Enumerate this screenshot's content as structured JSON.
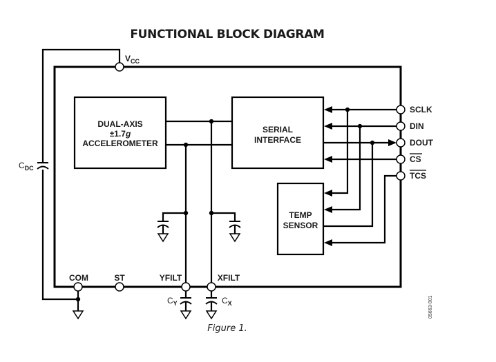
{
  "title": "FUNCTIONAL BLOCK DIAGRAM",
  "caption": "Figure 1.",
  "doc_code": "05663-001",
  "blocks": {
    "accelerometer": {
      "line1": "DUAL-AXIS",
      "line2_prefix": "±1.7",
      "line2_unit": "g",
      "line3": "ACCELEROMETER"
    },
    "serial_interface": {
      "line1": "SERIAL",
      "line2": "INTERFACE"
    },
    "temp_sensor": {
      "line1": "TEMP",
      "line2": "SENSOR"
    }
  },
  "pins": {
    "vcc": {
      "main": "V",
      "sub": "CC"
    },
    "sclk": "SCLK",
    "din": "DIN",
    "dout": "DOUT",
    "cs": "CS",
    "tcs": "TCS",
    "com": "COM",
    "st": "ST",
    "yfilt": "YFILT",
    "xfilt": "XFILT"
  },
  "capacitors": {
    "cdc": {
      "main": "C",
      "sub": "DC"
    },
    "cy": {
      "main": "C",
      "sub": "Y"
    },
    "cx": {
      "main": "C",
      "sub": "X"
    }
  }
}
